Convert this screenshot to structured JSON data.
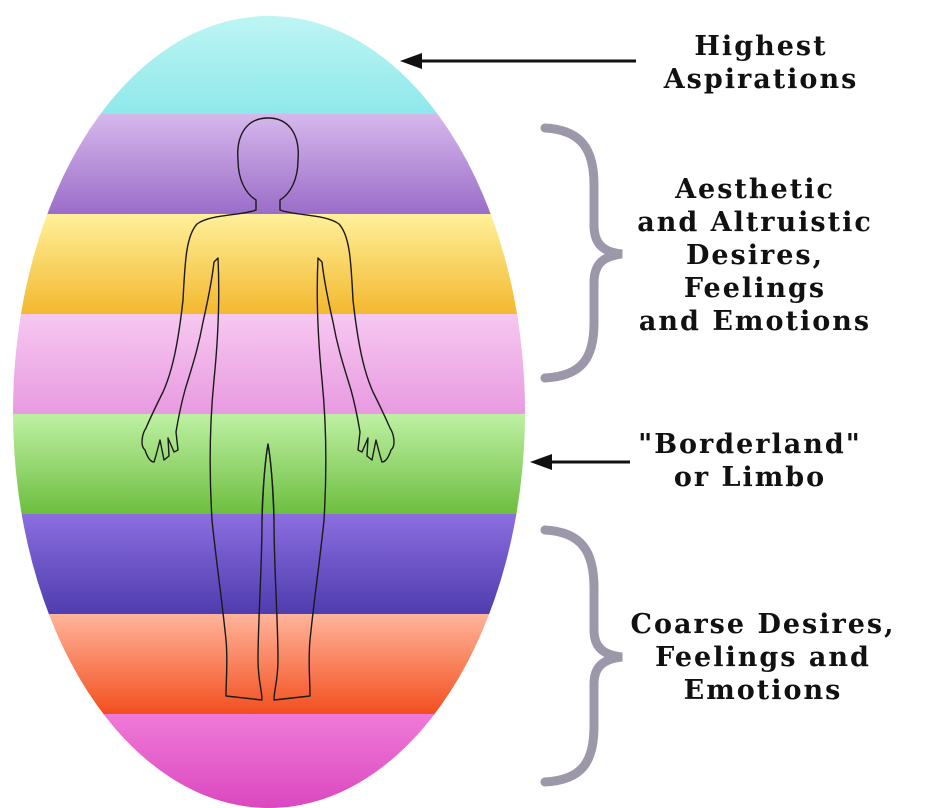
{
  "bands": [
    {
      "name": "cyan",
      "top": "#c8f8f6",
      "bottom": "#8ee8ea"
    },
    {
      "name": "lavender",
      "top": "#d6b8ec",
      "bottom": "#9a6cc8"
    },
    {
      "name": "yellow",
      "top": "#fff09a",
      "bottom": "#f3b82e"
    },
    {
      "name": "pink",
      "top": "#f6c8f0",
      "bottom": "#e89ae0"
    },
    {
      "name": "green",
      "top": "#bff0a4",
      "bottom": "#6cbe3e"
    },
    {
      "name": "indigo",
      "top": "#8c6ee0",
      "bottom": "#4e3cae"
    },
    {
      "name": "orange",
      "top": "#ffb49a",
      "bottom": "#f24e1e"
    },
    {
      "name": "magenta",
      "top": "#f07ad8",
      "bottom": "#d43ab8"
    }
  ],
  "labels": {
    "highest": [
      "Highest",
      "Aspirations"
    ],
    "aesthetic": [
      "Aesthetic",
      "and Altruistic",
      "Desires,",
      "Feelings",
      "and Emotions"
    ],
    "borderland": [
      "\"Borderland\"",
      "or Limbo"
    ],
    "coarse": [
      "Coarse Desires,",
      "Feelings and",
      "Emotions"
    ]
  },
  "colors": {
    "arrow": "#111111",
    "brace": "#9c98aa",
    "outline": "#1a1a1a"
  }
}
